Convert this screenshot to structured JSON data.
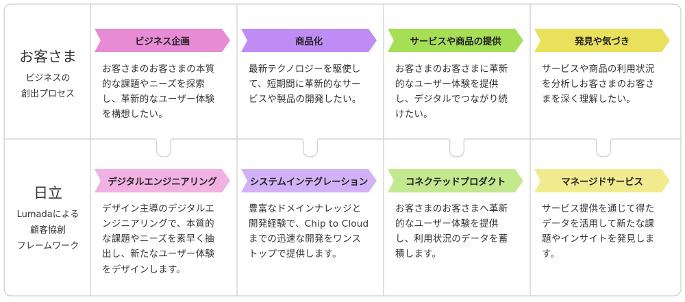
{
  "rows": [
    {
      "title": "お客さま",
      "subtitle": "ビジネスの\n創出プロセス",
      "cells": [
        {
          "banner": "ビジネス企画",
          "color": "#e78bd4",
          "text": "お客さまのお客さまの本質的な課題やニーズを探索し、革新的なユーザー体験を構想したい。"
        },
        {
          "banner": "商品化",
          "color": "#bf8cf4",
          "text": "最新テクノロジーを駆使して、短期間に革新的なサービスや製品の開発したい。"
        },
        {
          "banner": "サービスや商品の提供",
          "color": "#a6de55",
          "text": "お客さまのお客さまに革新的なユーザー体験を提供し、デジタルでつながり続けたい。"
        },
        {
          "banner": "発見や気づき",
          "color": "#e9e15b",
          "text": "サービスや商品の利用状況を分析しお客さまのお客さまを深く理解したい。"
        }
      ]
    },
    {
      "title": "日立",
      "subtitle": "Lumadaによる\n顧客協創\nフレームワーク",
      "cells": [
        {
          "banner": "デジタルエンジニアリング",
          "color": "#f1b1e2",
          "text": "デザイン主導のデジタルエンジニアリングで、本質的な課題やニーズを素早く抽出し、新たなユーザー体験をデザインします。"
        },
        {
          "banner": "システムインテグレーション",
          "color": "#d2b2f7",
          "text": "豊富なドメインナレッジと開発経験で、Chip to Cloud までの迅速な開発をワンストップで提供します。"
        },
        {
          "banner": "コネクテッドプロダクト",
          "color": "#c4e88d",
          "text": "お客さまのお客さまへ革新的なユーザー体験を提供し、利用状況のデータを蓄積します。"
        },
        {
          "banner": "マネージドサービス",
          "color": "#f0ec8e",
          "text": "サービス提供を通じて得たデータを活用して新たな課題やインサイトを発見します。"
        }
      ]
    }
  ]
}
